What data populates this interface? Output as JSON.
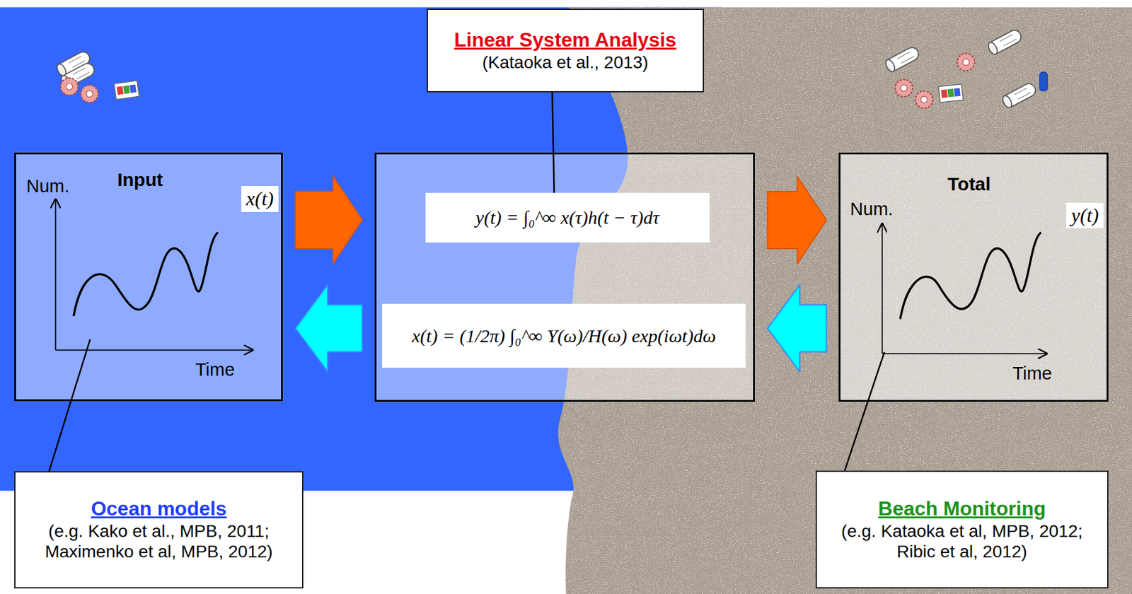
{
  "diagram": {
    "nodes": [
      {
        "text": [
          "Linear System Analysis",
          "(Kataoka et al., 2013)"
        ]
      },
      {
        "text": [
          "Input",
          "x(t)",
          "Num.",
          "Time"
        ]
      },
      {
        "text": [
          "y(t) = ∫₀^∞ x(τ)h(t − τ)dτ",
          "x(t) = (1/2π) ∫₀^∞ Y(ω)/H(ω) exp(iωt)dω"
        ]
      },
      {
        "text": [
          "Total",
          "y(t)",
          "Num.",
          "Time"
        ]
      },
      {
        "text": [
          "Ocean models",
          "(e.g. Kako et al., MPB, 2011; Maximenko et al, MPB, 2012)"
        ]
      },
      {
        "text": [
          "Beach Monitoring",
          "(e.g. Kataoka et al, MPB, 2012; Ribic et al, 2012)"
        ]
      }
    ],
    "edges": [
      {
        "from": 1,
        "to": 2,
        "arrow": "to"
      },
      {
        "from": 2,
        "to": 3,
        "arrow": "to"
      },
      {
        "from": 3,
        "to": 2,
        "arrow": "to"
      },
      {
        "from": 2,
        "to": 1,
        "arrow": "to"
      },
      {
        "from": 0,
        "to": 2,
        "arrow": "none"
      },
      {
        "from": 4,
        "to": 1,
        "arrow": "none"
      },
      {
        "from": 5,
        "to": 3,
        "arrow": "none"
      }
    ]
  }
}
